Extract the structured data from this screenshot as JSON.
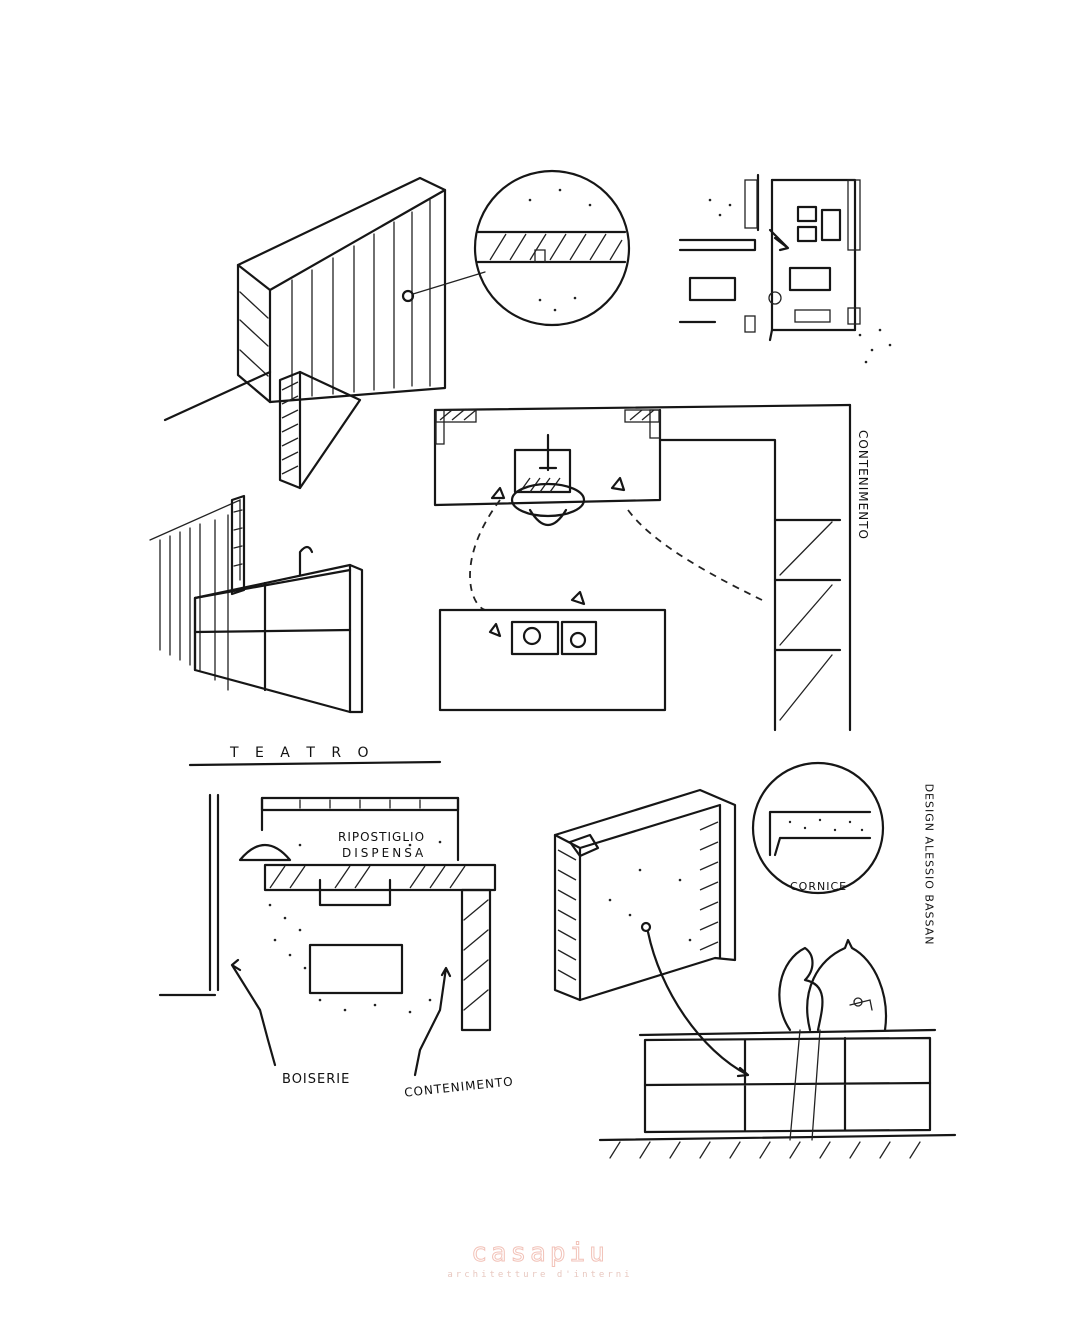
{
  "sketch": {
    "label_contenimento_vertical": "CONTENIMENTO",
    "title_teatro": "T E A T R O",
    "label_ripostiglio": "RIPOSTIGLIO",
    "label_dispensa": "DISPENSA",
    "label_boiserie": "BOISERIE",
    "label_contenimento": "CONTENIMENTO",
    "label_cornice": "CORNICE",
    "signature": "DESIGN ALESSIO BASSAN"
  },
  "watermark": {
    "logo": "casapiu",
    "tagline": "architetture d'interni"
  }
}
